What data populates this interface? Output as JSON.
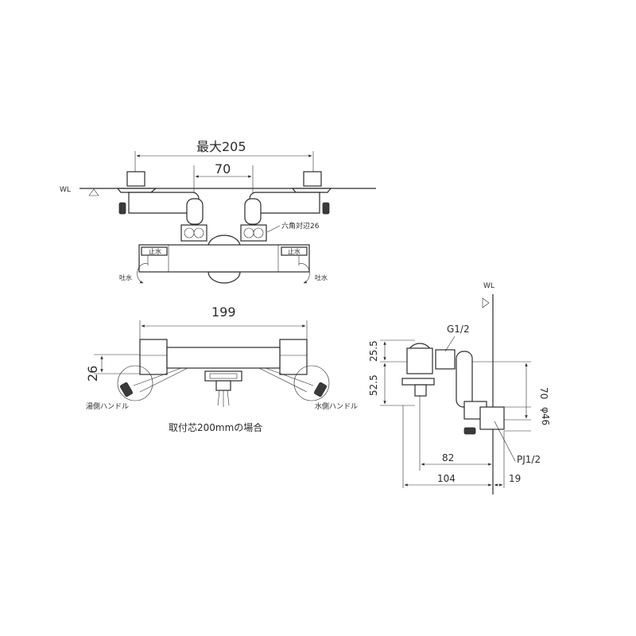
{
  "colors": {
    "line": "#2b2b2b",
    "fill_dark": "#3a3a3a",
    "background": "#ffffff"
  },
  "top_view": {
    "wl_label": "WL",
    "dim_max_width": "最大205",
    "dim_center": "70",
    "hex_label": "六角対辺26",
    "stop_label_left": "止水",
    "stop_label_right": "止水",
    "spout_label_left": "吐水",
    "spout_label_right": "吐水"
  },
  "front_view": {
    "dim_width": "199",
    "dim_height": "26",
    "hot_handle_label": "湯側ハンドル",
    "cold_handle_label": "水側ハンドル",
    "caption": "取付芯200mmの場合"
  },
  "side_view": {
    "wl_label": "WL",
    "g_label": "G1/2",
    "dim_25_5": "25.5",
    "dim_52_5": "52.5",
    "dim_70": "70",
    "dim_phi46": "φ46",
    "dim_82": "82",
    "dim_104": "104",
    "dim_19": "19",
    "pj_label": "PJ1/2"
  }
}
